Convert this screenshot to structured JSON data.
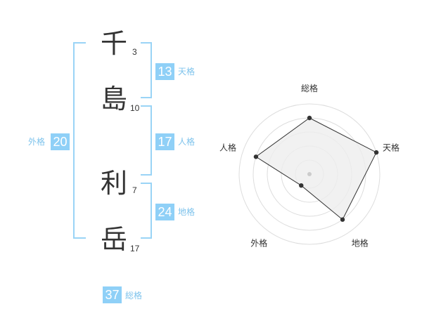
{
  "name": {
    "chars": [
      {
        "char": "千",
        "strokes": "3"
      },
      {
        "char": "島",
        "strokes": "10"
      },
      {
        "char": "利",
        "strokes": "7"
      },
      {
        "char": "岳",
        "strokes": "17"
      }
    ]
  },
  "kakusu": {
    "tenkaku": {
      "value": "13",
      "label": "天格"
    },
    "jinkaku": {
      "value": "17",
      "label": "人格"
    },
    "chikaku": {
      "value": "24",
      "label": "地格"
    },
    "gaikaku": {
      "value": "20",
      "label": "外格"
    },
    "soukaku": {
      "value": "37",
      "label": "総格"
    }
  },
  "chart_data": {
    "type": "radar",
    "axes": [
      "総格",
      "天格",
      "地格",
      "外格",
      "人格"
    ],
    "values": [
      4,
      5,
      4,
      1,
      4
    ],
    "max": 5,
    "grid": true,
    "fill": "#eeeeee",
    "line": "#333333"
  }
}
